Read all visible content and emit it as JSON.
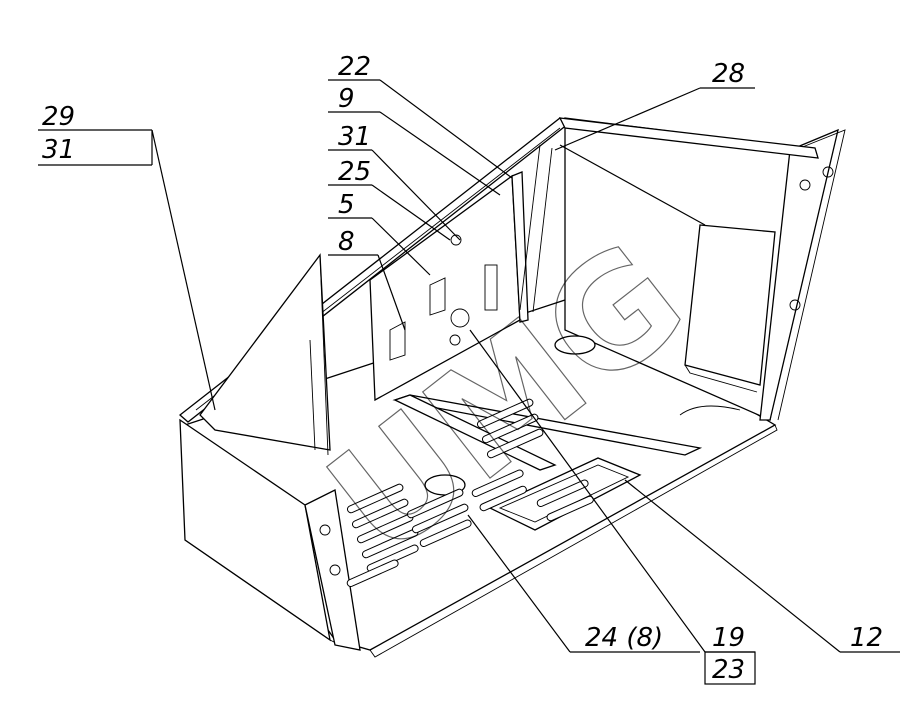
{
  "callouts": {
    "c29": "29",
    "c31a": "31",
    "c22": "22",
    "c9": "9",
    "c31b": "31",
    "c25": "25",
    "c5": "5",
    "c8": "8",
    "c28": "28",
    "c24": "24 (8)",
    "c19": "19",
    "c23": "23",
    "c12": "12"
  },
  "watermark": "UMG"
}
